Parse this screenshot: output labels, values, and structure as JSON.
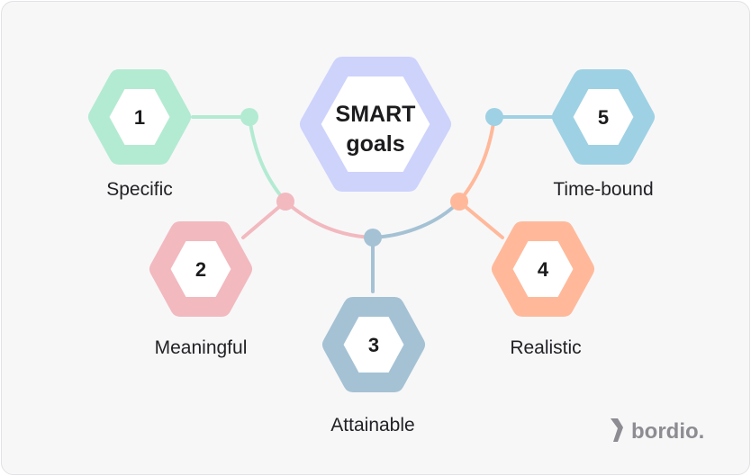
{
  "center": {
    "line1": "SMART",
    "line2": "goals"
  },
  "steps": [
    {
      "number": "1",
      "label": "Specific",
      "color": "#b3ebd2"
    },
    {
      "number": "2",
      "label": "Meaningful",
      "color": "#f2b9bf"
    },
    {
      "number": "3",
      "label": "Attainable",
      "color": "#a5c2d4"
    },
    {
      "number": "4",
      "label": "Realistic",
      "color": "#ffb99a"
    },
    {
      "number": "5",
      "label": "Time-bound",
      "color": "#9ed1e3"
    }
  ],
  "center_color": "#cdd3fb",
  "brand": {
    "name": "bordio.",
    "icon": "bordio-logo-icon"
  }
}
